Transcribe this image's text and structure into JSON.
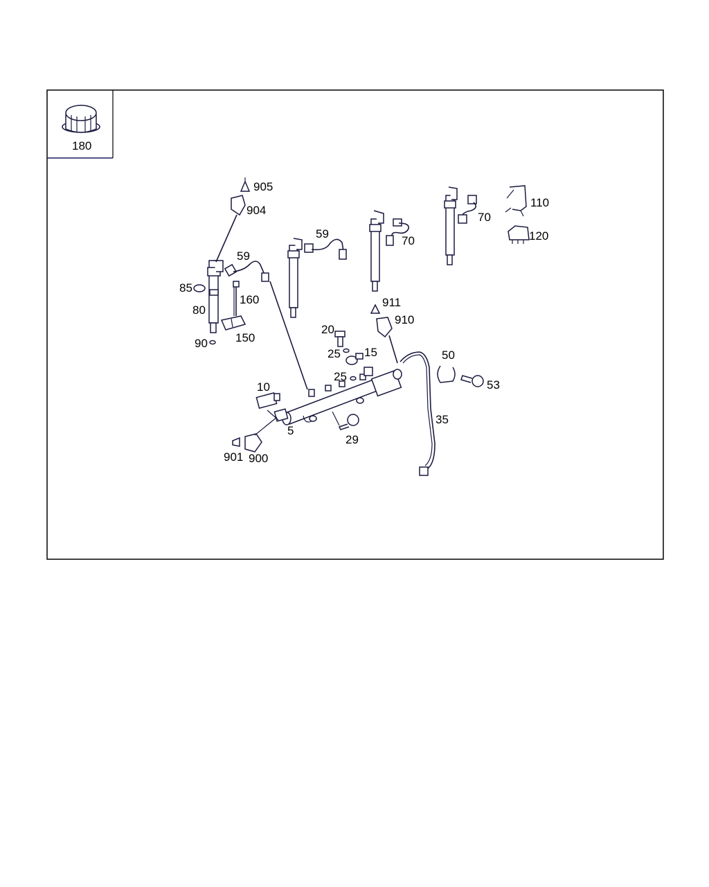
{
  "inset": {
    "label": "180"
  },
  "callouts": [
    {
      "id": "c905",
      "text": "905"
    },
    {
      "id": "c904",
      "text": "904"
    },
    {
      "id": "c59a",
      "text": "59"
    },
    {
      "id": "c59b",
      "text": "59"
    },
    {
      "id": "c70a",
      "text": "70"
    },
    {
      "id": "c70b",
      "text": "70"
    },
    {
      "id": "c110",
      "text": "110"
    },
    {
      "id": "c120",
      "text": "120"
    },
    {
      "id": "c85",
      "text": "85"
    },
    {
      "id": "c160",
      "text": "160"
    },
    {
      "id": "c80",
      "text": "80"
    },
    {
      "id": "c150",
      "text": "150"
    },
    {
      "id": "c90",
      "text": "90"
    },
    {
      "id": "c911",
      "text": "911"
    },
    {
      "id": "c910",
      "text": "910"
    },
    {
      "id": "c20",
      "text": "20"
    },
    {
      "id": "c25a",
      "text": "25"
    },
    {
      "id": "c15",
      "text": "15"
    },
    {
      "id": "c25b",
      "text": "25"
    },
    {
      "id": "c50",
      "text": "50"
    },
    {
      "id": "c53",
      "text": "53"
    },
    {
      "id": "c10",
      "text": "10"
    },
    {
      "id": "c35",
      "text": "35"
    },
    {
      "id": "c5",
      "text": "5"
    },
    {
      "id": "c29",
      "text": "29"
    },
    {
      "id": "c901",
      "text": "901"
    },
    {
      "id": "c900",
      "text": "900"
    }
  ],
  "colors": {
    "frame": "#000000",
    "parts": "#1a1a40",
    "inset_border": "#1a1a60"
  }
}
